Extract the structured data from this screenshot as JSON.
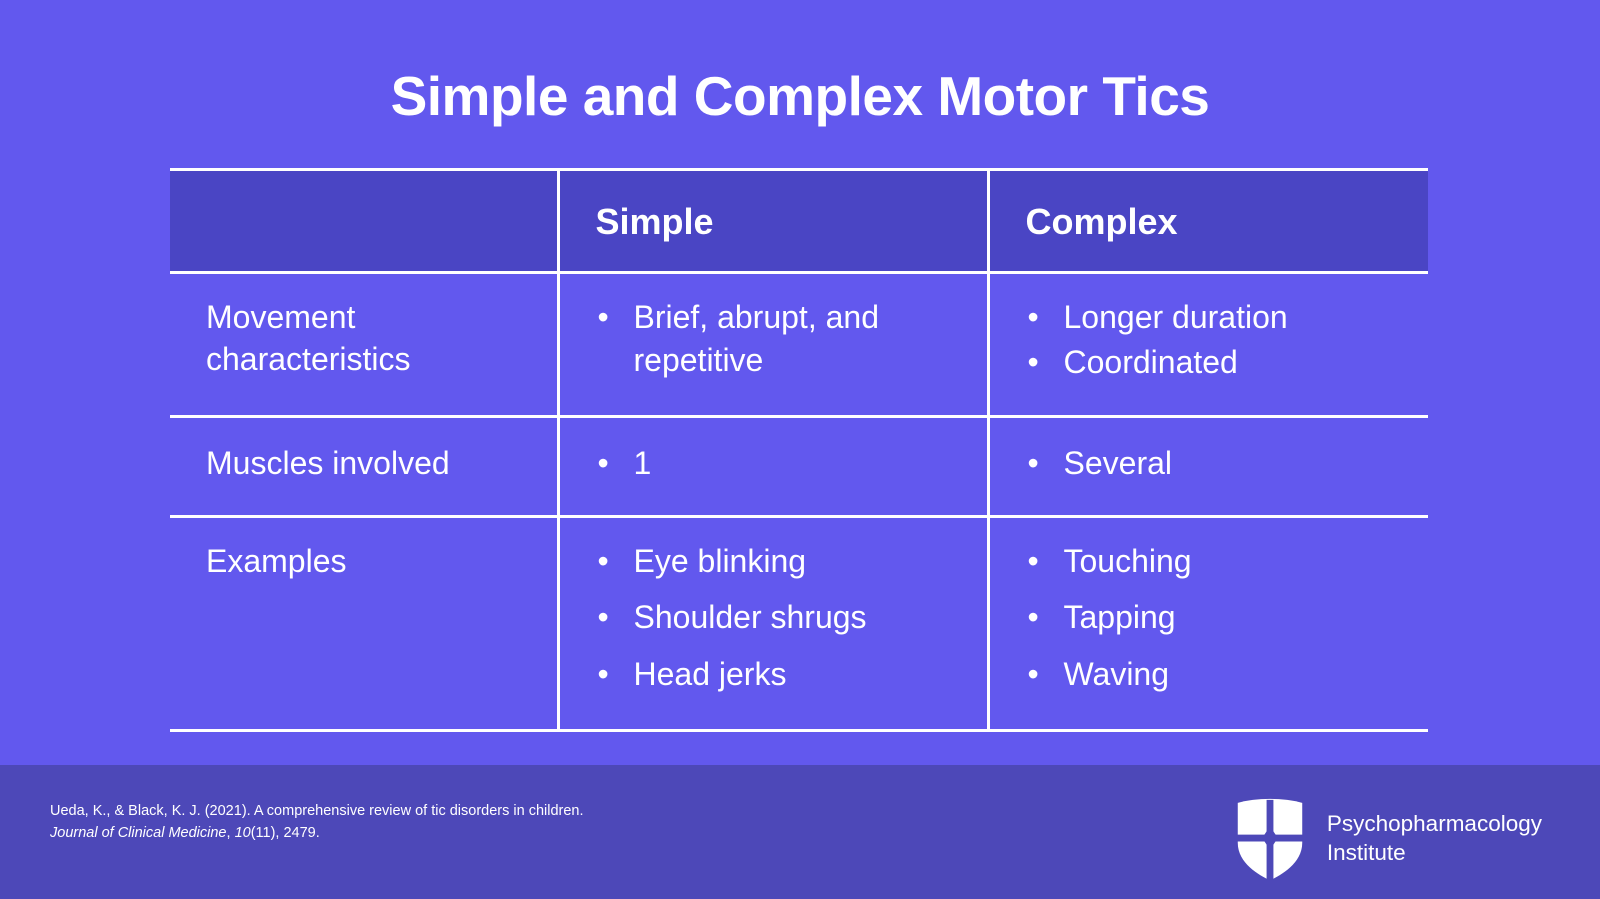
{
  "slide": {
    "title": "Simple and Complex Motor Tics",
    "background_color": "#6258ee",
    "header_cell_color": "#4a45c4",
    "border_color": "#ffffff",
    "text_color": "#ffffff"
  },
  "table": {
    "columns": [
      "",
      "Simple",
      "Complex"
    ],
    "rows": [
      {
        "label": "Movement characteristics",
        "simple": [
          "Brief, abrupt, and repetitive"
        ],
        "complex": [
          "Longer duration",
          "Coordinated"
        ]
      },
      {
        "label": "Muscles involved",
        "simple": [
          "1"
        ],
        "complex": [
          "Several"
        ]
      },
      {
        "label": "Examples",
        "simple": [
          "Eye blinking",
          "Shoulder shrugs",
          "Head jerks"
        ],
        "complex": [
          "Touching",
          "Tapping",
          "Waving"
        ]
      }
    ],
    "bullet_glyph": "•"
  },
  "footer": {
    "background_color": "#4d48b8",
    "citation": {
      "line1": "Ueda, K., & Black, K. J. (2021). A comprehensive review of tic disorders in children.",
      "journal": "Journal of Clinical Medicine",
      "separator": ", ",
      "volume": "10",
      "issue_pages": "(11), 2479."
    },
    "brand": {
      "logo_name": "shield-logo-icon",
      "line1": "Psychopharmacology",
      "line2": "Institute"
    }
  }
}
